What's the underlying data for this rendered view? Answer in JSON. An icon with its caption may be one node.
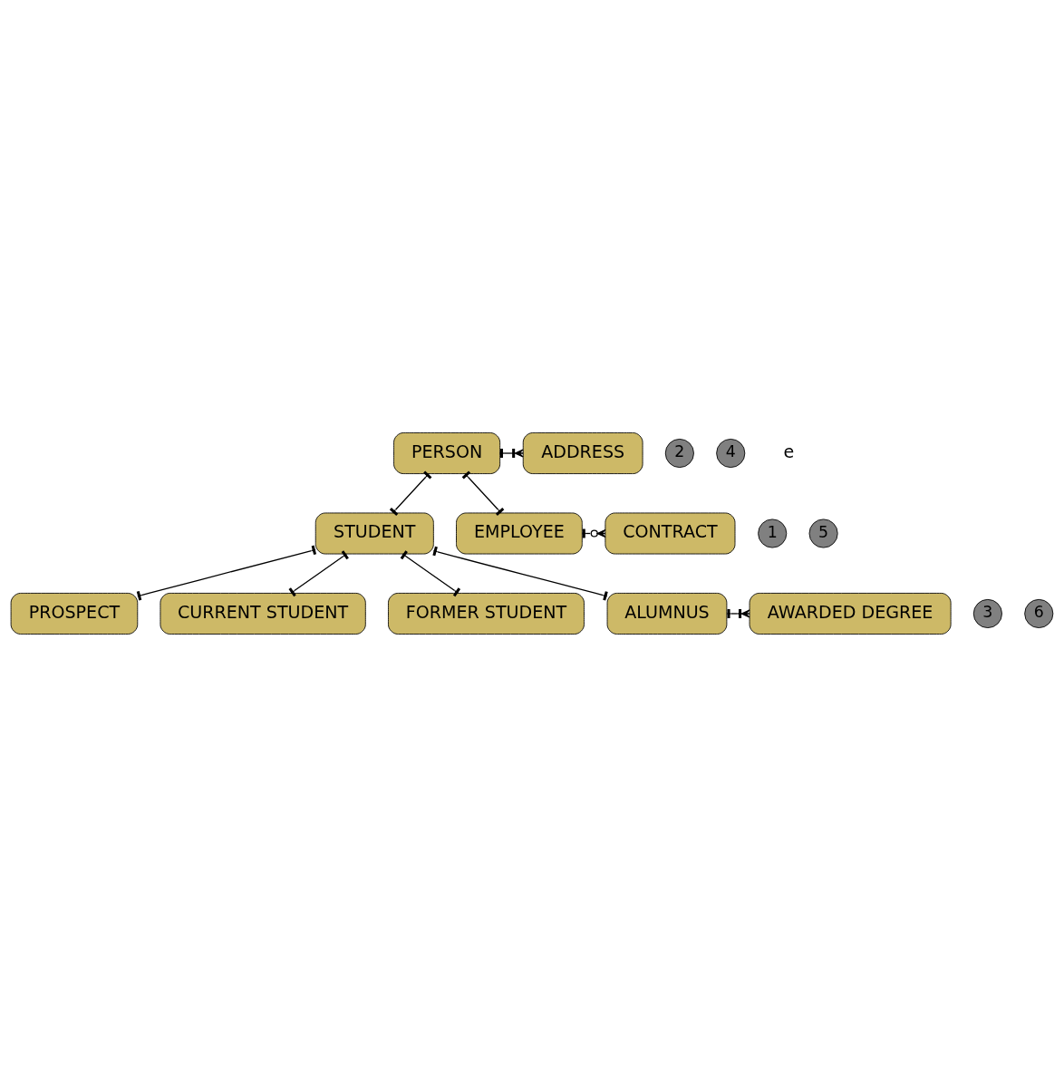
{
  "diagram": {
    "nodes": [
      {
        "text": [
          "PERSON"
        ]
      },
      {
        "text": [
          "ADDRESS"
        ]
      },
      {
        "text": [
          "STUDENT"
        ]
      },
      {
        "text": [
          "EMPLOYEE"
        ]
      },
      {
        "text": [
          "CONTRACT"
        ]
      },
      {
        "text": [
          "PROSPECT"
        ]
      },
      {
        "text": [
          "CURRENT STUDENT"
        ]
      },
      {
        "text": [
          "FORMER STUDENT"
        ]
      },
      {
        "text": [
          "ALUMNUS"
        ]
      },
      {
        "text": [
          "AWARDED DEGREE"
        ]
      },
      {
        "text": [
          "1"
        ]
      },
      {
        "text": [
          "2"
        ]
      },
      {
        "text": [
          "3"
        ]
      },
      {
        "text": [
          "4"
        ]
      },
      {
        "text": [
          "5"
        ]
      },
      {
        "text": [
          "6"
        ]
      }
    ],
    "edges": [
      {
        "from": 0,
        "to": 1,
        "arrow": "other"
      },
      {
        "from": 0,
        "to": 2,
        "arrow": "other"
      },
      {
        "from": 0,
        "to": 3,
        "arrow": "other"
      },
      {
        "from": 3,
        "to": 4,
        "arrow": "other",
        "style": "dashed"
      },
      {
        "from": 2,
        "to": 5,
        "arrow": "other"
      },
      {
        "from": 2,
        "to": 6,
        "arrow": "other"
      },
      {
        "from": 2,
        "to": 7,
        "arrow": "other"
      },
      {
        "from": 2,
        "to": 8,
        "arrow": "other"
      },
      {
        "from": 8,
        "to": 9,
        "arrow": "other"
      }
    ],
    "labels": [
      "e"
    ]
  }
}
